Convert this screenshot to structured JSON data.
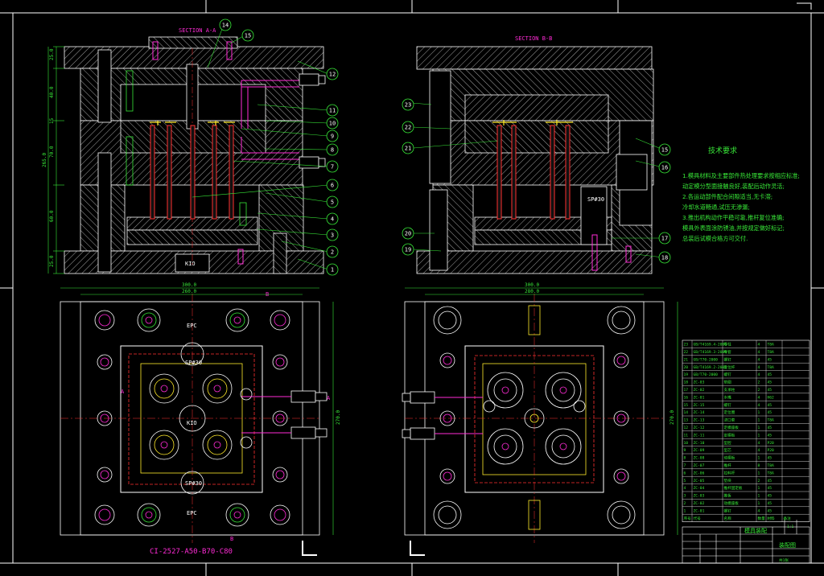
{
  "section_aa_title": "SECTION A-A",
  "section_bb_title": "SECTION B-B",
  "balloons_left": [
    "14",
    "15",
    "12",
    "11",
    "10",
    "9",
    "8",
    "7",
    "6",
    "5",
    "4",
    "3",
    "2",
    "1"
  ],
  "balloons_right": [
    "23",
    "22",
    "21",
    "20",
    "19",
    "15",
    "16",
    "17",
    "18"
  ],
  "kio_label": "KIO",
  "spring_label": "SP#30",
  "spring_label_2": "SP#30",
  "epc_label": "EPC",
  "mold_base_code": "CI-2527-A50-B70-C80",
  "section_marks": [
    "A",
    "A",
    "B",
    "B"
  ],
  "dims_top": [
    "300.0",
    "260.0"
  ],
  "dims_top_right": [
    "300.0",
    "280.0"
  ],
  "dim_side": "270.0",
  "dim_side_right": "270.0",
  "dim_left_stack": [
    "25.0",
    "40.0",
    "15",
    "70.0",
    "60.0",
    "25.0"
  ],
  "dim_total_height": "265.0",
  "tech_title": "技术要求",
  "tech_notes": [
    "1.模具材料及主要部件热处理要求按相应标准;",
    "  动定模分型面接触良好,装配后动作灵活;",
    "2.各运动部件配合间隙适当,无卡滞;",
    "  冷却水道畅通,试压无渗漏;",
    "3.推出机构动作平稳可靠,推杆复位准确;",
    "  模具外表面涂防锈油,并按规定做好标记;",
    "  总装后试模合格方可交付."
  ],
  "bom_rows": [
    [
      "23",
      "GB/T4169.4-2006",
      "导柱",
      "4",
      "T8A",
      ""
    ],
    [
      "22",
      "GB/T4169.3-2006",
      "导套",
      "4",
      "T8A",
      ""
    ],
    [
      "21",
      "GB/T70-2000",
      "螺钉",
      "4",
      "45",
      ""
    ],
    [
      "20",
      "GB/T4169.2-2006",
      "复位杆",
      "4",
      "T8A",
      ""
    ],
    [
      "19",
      "GB/T70-2000",
      "螺钉",
      "4",
      "45",
      ""
    ],
    [
      "18",
      "ZC-03",
      "垫圈",
      "2",
      "45",
      ""
    ],
    [
      "17",
      "ZC-02",
      "支承柱",
      "2",
      "45",
      ""
    ],
    [
      "16",
      "ZC-01",
      "水嘴",
      "4",
      "H62",
      ""
    ],
    [
      "15",
      "ZC-15",
      "螺钉",
      "4",
      "45",
      ""
    ],
    [
      "14",
      "ZC-14",
      "定位圈",
      "1",
      "45",
      ""
    ],
    [
      "13",
      "ZC-13",
      "浇口套",
      "1",
      "T8A",
      ""
    ],
    [
      "12",
      "ZC-12",
      "定模座板",
      "1",
      "45",
      ""
    ],
    [
      "11",
      "ZC-11",
      "定模板",
      "1",
      "45",
      ""
    ],
    [
      "10",
      "ZC-10",
      "型腔",
      "4",
      "P20",
      ""
    ],
    [
      "9",
      "ZC-09",
      "型芯",
      "4",
      "P20",
      ""
    ],
    [
      "8",
      "ZC-08",
      "动模板",
      "1",
      "45",
      ""
    ],
    [
      "7",
      "ZC-07",
      "推杆",
      "8",
      "T8A",
      ""
    ],
    [
      "6",
      "ZC-06",
      "拉料杆",
      "1",
      "T8A",
      ""
    ],
    [
      "5",
      "ZC-05",
      "垫块",
      "2",
      "45",
      ""
    ],
    [
      "4",
      "ZC-04",
      "推杆固定板",
      "1",
      "45",
      ""
    ],
    [
      "3",
      "ZC-03",
      "推板",
      "1",
      "45",
      ""
    ],
    [
      "2",
      "ZC-02",
      "动模座板",
      "1",
      "45",
      ""
    ],
    [
      "1",
      "ZC-01",
      "螺钉",
      "4",
      "45",
      ""
    ]
  ],
  "bom_header": [
    "序号",
    "代号",
    "名称",
    "数量",
    "材料",
    "备注"
  ],
  "title_block": {
    "name": "模具装配",
    "drawing_no": "装配图",
    "scale": "1:1",
    "sheet": "共1张"
  }
}
